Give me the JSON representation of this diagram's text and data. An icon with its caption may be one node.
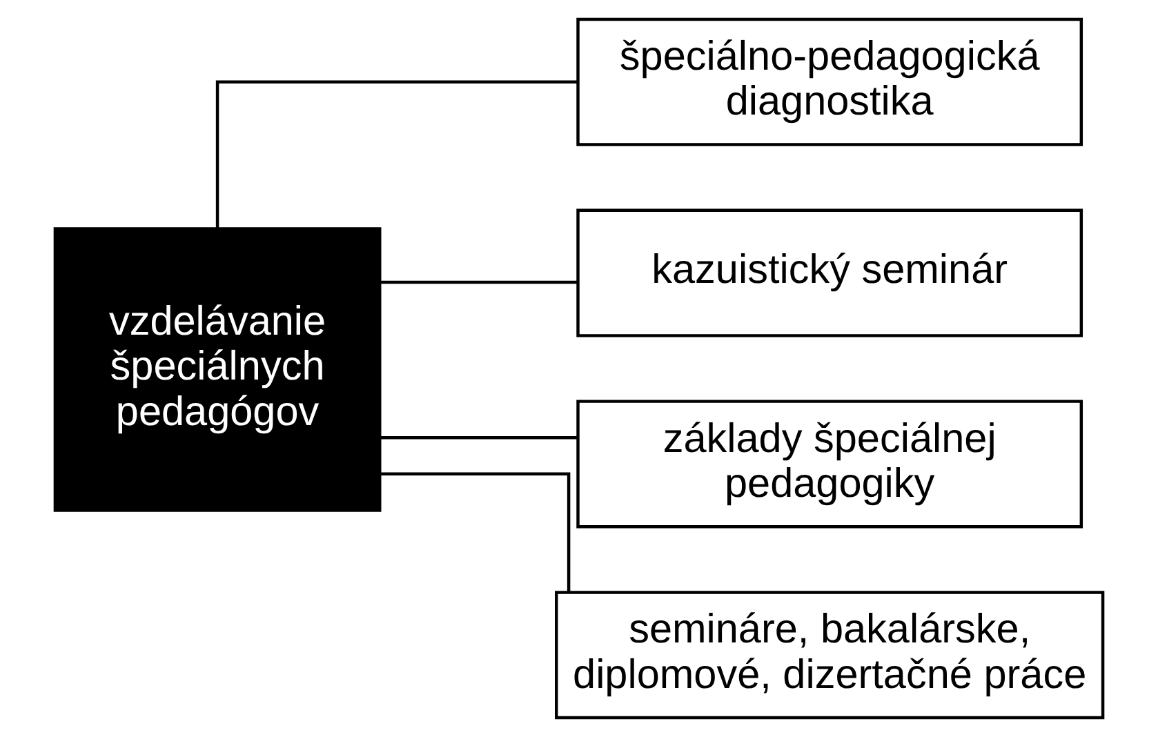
{
  "diagram": {
    "nodes": [
      {
        "text": [
          "vzdelávanie špeciálnych pedagógov"
        ]
      },
      {
        "text": [
          "špeciálno-pedagogická diagnostika"
        ]
      },
      {
        "text": [
          "kazuistický seminár"
        ]
      },
      {
        "text": [
          "základy špeciálnej pedagogiky"
        ]
      },
      {
        "text": [
          "semináre, bakalárske, diplomové, dizertačné práce"
        ]
      }
    ],
    "edges": [
      {
        "from": 0,
        "to": 1,
        "arrow": "none"
      },
      {
        "from": 0,
        "to": 2,
        "arrow": "none"
      },
      {
        "from": 0,
        "to": 3,
        "arrow": "none"
      },
      {
        "from": 0,
        "to": 4,
        "arrow": "none"
      }
    ]
  }
}
